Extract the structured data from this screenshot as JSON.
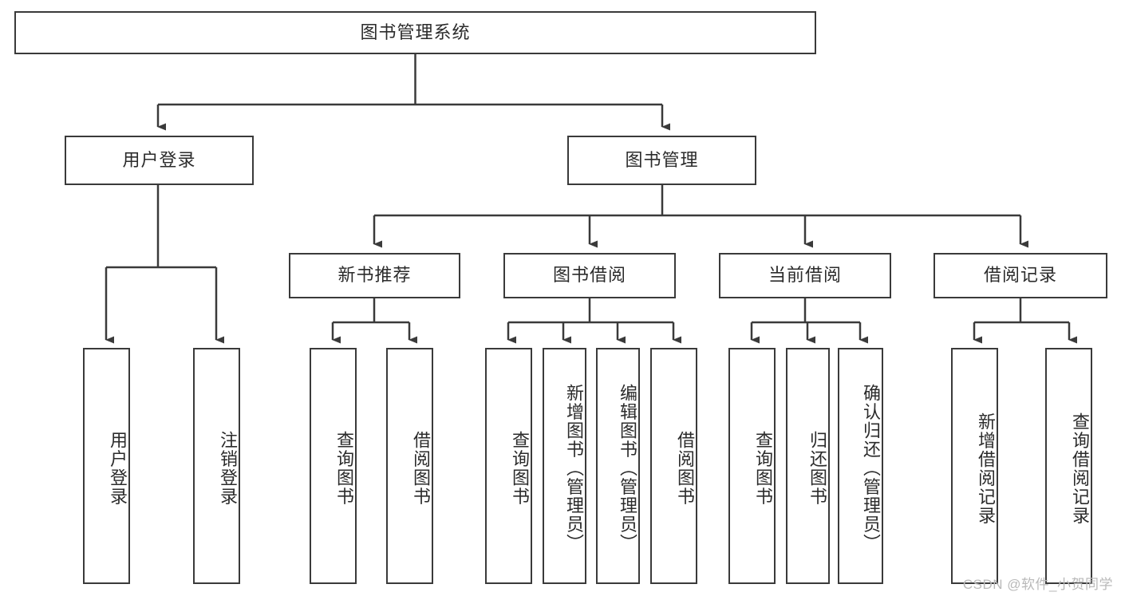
{
  "diagram": {
    "title": "图书管理系统",
    "type": "hierarchy-tree",
    "watermark": "CSDN @软件_小贺同学",
    "colors": {
      "stroke": "#3a3a3a",
      "fill": "#ffffff",
      "text": "#2b2b2b",
      "watermark": "#b9b9b9"
    },
    "levels": {
      "root": {
        "label": "图书管理系统"
      },
      "level2": [
        {
          "id": "user-login",
          "label": "用户登录"
        },
        {
          "id": "book-manage",
          "label": "图书管理"
        }
      ],
      "level3": [
        {
          "id": "new-book-rec",
          "label": "新书推荐",
          "parent": "book-manage"
        },
        {
          "id": "book-borrow",
          "label": "图书借阅",
          "parent": "book-manage"
        },
        {
          "id": "current-borrow",
          "label": "当前借阅",
          "parent": "book-manage"
        },
        {
          "id": "borrow-record",
          "label": "借阅记录",
          "parent": "book-manage"
        }
      ],
      "leaves": [
        {
          "id": "leaf-1",
          "label": "用户登录",
          "parent": "user-login"
        },
        {
          "id": "leaf-2",
          "label": "注销登录",
          "parent": "user-login"
        },
        {
          "id": "leaf-3",
          "label": "查询图书",
          "parent": "new-book-rec"
        },
        {
          "id": "leaf-4",
          "label": "借阅图书",
          "parent": "new-book-rec"
        },
        {
          "id": "leaf-5",
          "label": "查询图书",
          "parent": "book-borrow"
        },
        {
          "id": "leaf-6",
          "label": "新增图书（管理员）",
          "parent": "book-borrow"
        },
        {
          "id": "leaf-7",
          "label": "编辑图书（管理员）",
          "parent": "book-borrow"
        },
        {
          "id": "leaf-8",
          "label": "借阅图书",
          "parent": "book-borrow"
        },
        {
          "id": "leaf-9",
          "label": "查询图书",
          "parent": "current-borrow"
        },
        {
          "id": "leaf-10",
          "label": "归还图书",
          "parent": "current-borrow"
        },
        {
          "id": "leaf-11",
          "label": "确认归还（管理员）",
          "parent": "current-borrow"
        },
        {
          "id": "leaf-12",
          "label": "新增借阅记录",
          "parent": "borrow-record"
        },
        {
          "id": "leaf-13",
          "label": "查询借阅记录",
          "parent": "borrow-record"
        }
      ]
    }
  }
}
